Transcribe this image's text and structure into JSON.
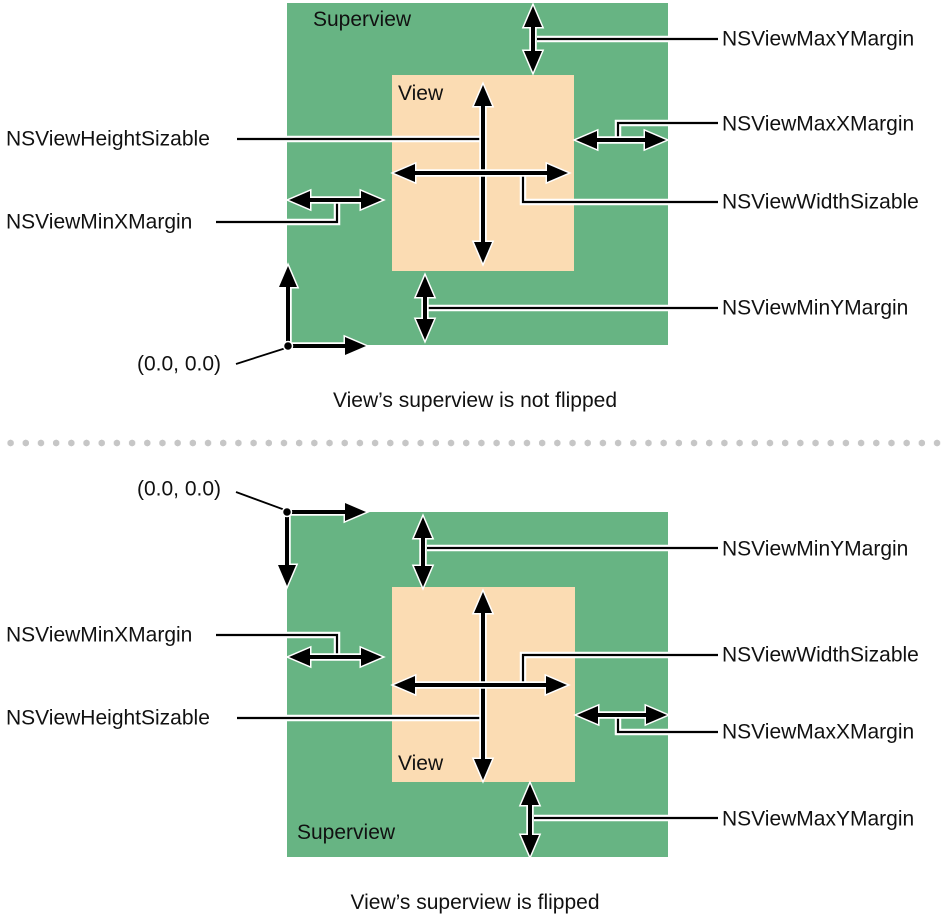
{
  "colors": {
    "superview_fill": "#67b483",
    "view_fill": "#fbdcb3",
    "divider_dot": "#c6c6c6",
    "line": "#000000"
  },
  "top_diagram": {
    "superview_label": "Superview",
    "view_label": "View",
    "origin_label": "(0.0, 0.0)",
    "caption": "View’s superview is not flipped",
    "labels": {
      "max_y_margin": "NSViewMaxYMargin",
      "max_x_margin": "NSViewMaxXMargin",
      "width_sizable": "NSViewWidthSizable",
      "height_sizable": "NSViewHeightSizable",
      "min_x_margin": "NSViewMinXMargin",
      "min_y_margin": "NSViewMinYMargin"
    }
  },
  "bottom_diagram": {
    "superview_label": "Superview",
    "view_label": "View",
    "origin_label": "(0.0, 0.0)",
    "caption": "View’s superview is flipped",
    "labels": {
      "min_y_margin": "NSViewMinYMargin",
      "width_sizable": "NSViewWidthSizable",
      "max_x_margin": "NSViewMaxXMargin",
      "max_y_margin": "NSViewMaxYMargin",
      "min_x_margin": "NSViewMinXMargin",
      "height_sizable": "NSViewHeightSizable"
    }
  }
}
